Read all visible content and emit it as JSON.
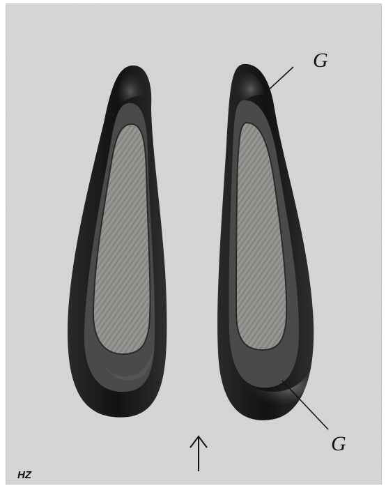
{
  "figure": {
    "label_top": "G",
    "label_bottom": "G",
    "initials": "HZ",
    "colors": {
      "paper": "#d7d7d5",
      "rim_dark": "#1b1b1b",
      "rim_mid": "#3a3a3a",
      "ledge": "#555555",
      "floor": "#8c8c89",
      "ink": "#111111"
    },
    "icons": [
      "arrow-up-icon"
    ]
  }
}
